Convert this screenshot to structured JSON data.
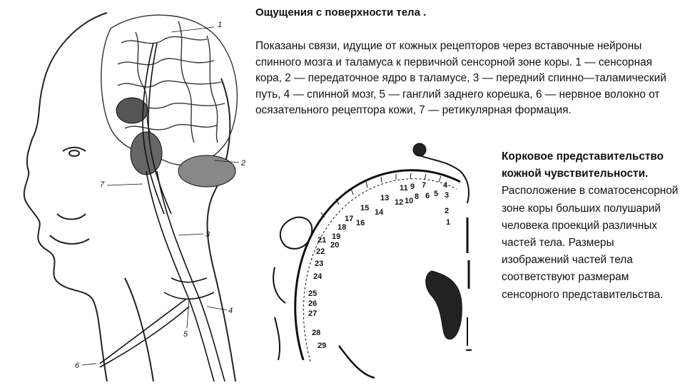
{
  "title": "Ощущения с поверхности тела .",
  "description": "Показаны связи, идущие от кожных рецепторов через вставочные нейроны спинного мозга и таламуса к первичной сенсорной зоне коры. 1 — сенсорная кора, 2 — передаточное ядро в таламусе, 3 — передний спинно—таламический путь, 4 — спинной мозг, 5 — ганглий заднего корешка, 6 — нервное волокно от осязательного рецептора кожи, 7 — ретикулярная формация.",
  "side": {
    "heading": "Корковое представительство кожной чувствительности.",
    "text": "Расположение в соматосенсорной зоне коры больших полушарий человека проекций различных частей тела. Размеры изображений частей тела соответствуют размерам сенсорного представительства."
  },
  "brain_labels": [
    "1",
    "2",
    "3",
    "4",
    "5",
    "6",
    "7"
  ],
  "homunculus_labels": [
    "1",
    "2",
    "3",
    "4",
    "5",
    "6",
    "7",
    "8",
    "9",
    "10",
    "11",
    "12",
    "13",
    "14",
    "15",
    "16",
    "17",
    "18",
    "19",
    "20",
    "21",
    "22",
    "23",
    "24",
    "25",
    "26",
    "27",
    "28",
    "29"
  ]
}
